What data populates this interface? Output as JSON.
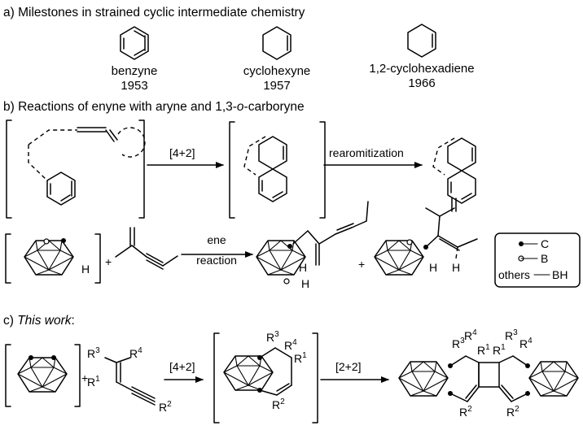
{
  "sections": {
    "a_title": "a) Milestones in strained cyclic intermediate chemistry",
    "b_title_prefix": "b) Reactions of enyne with aryne and 1,3-",
    "b_title_italic": "o",
    "b_title_suffix": "-carboryne",
    "c_title_prefix": "c) ",
    "c_title_italic": "This work",
    "c_title_suffix": ":"
  },
  "milestones": [
    {
      "name": "benzyne",
      "year": "1953"
    },
    {
      "name": "cyclohexyne",
      "year": "1957"
    },
    {
      "name": "1,2-cyclohexadiene",
      "year": "1966"
    }
  ],
  "arrows": {
    "b1": "[4+2]",
    "b2": "rearomitization",
    "ene_line1": "ene",
    "ene_line2": "reaction",
    "c1": "[4+2]",
    "c2": "[2+2]"
  },
  "plus": "+",
  "atoms": {
    "H": "H",
    "R": "R",
    "sup1": "1",
    "sup2": "2",
    "sup3": "3",
    "sup4": "4"
  },
  "legend": {
    "c_label": "C",
    "b_label": "B",
    "others": "others",
    "bh_label": "BH"
  },
  "icons": [
    "benzyne-structure",
    "cyclohexyne-structure",
    "cyclohexadiene-structure",
    "carborane-cage"
  ]
}
